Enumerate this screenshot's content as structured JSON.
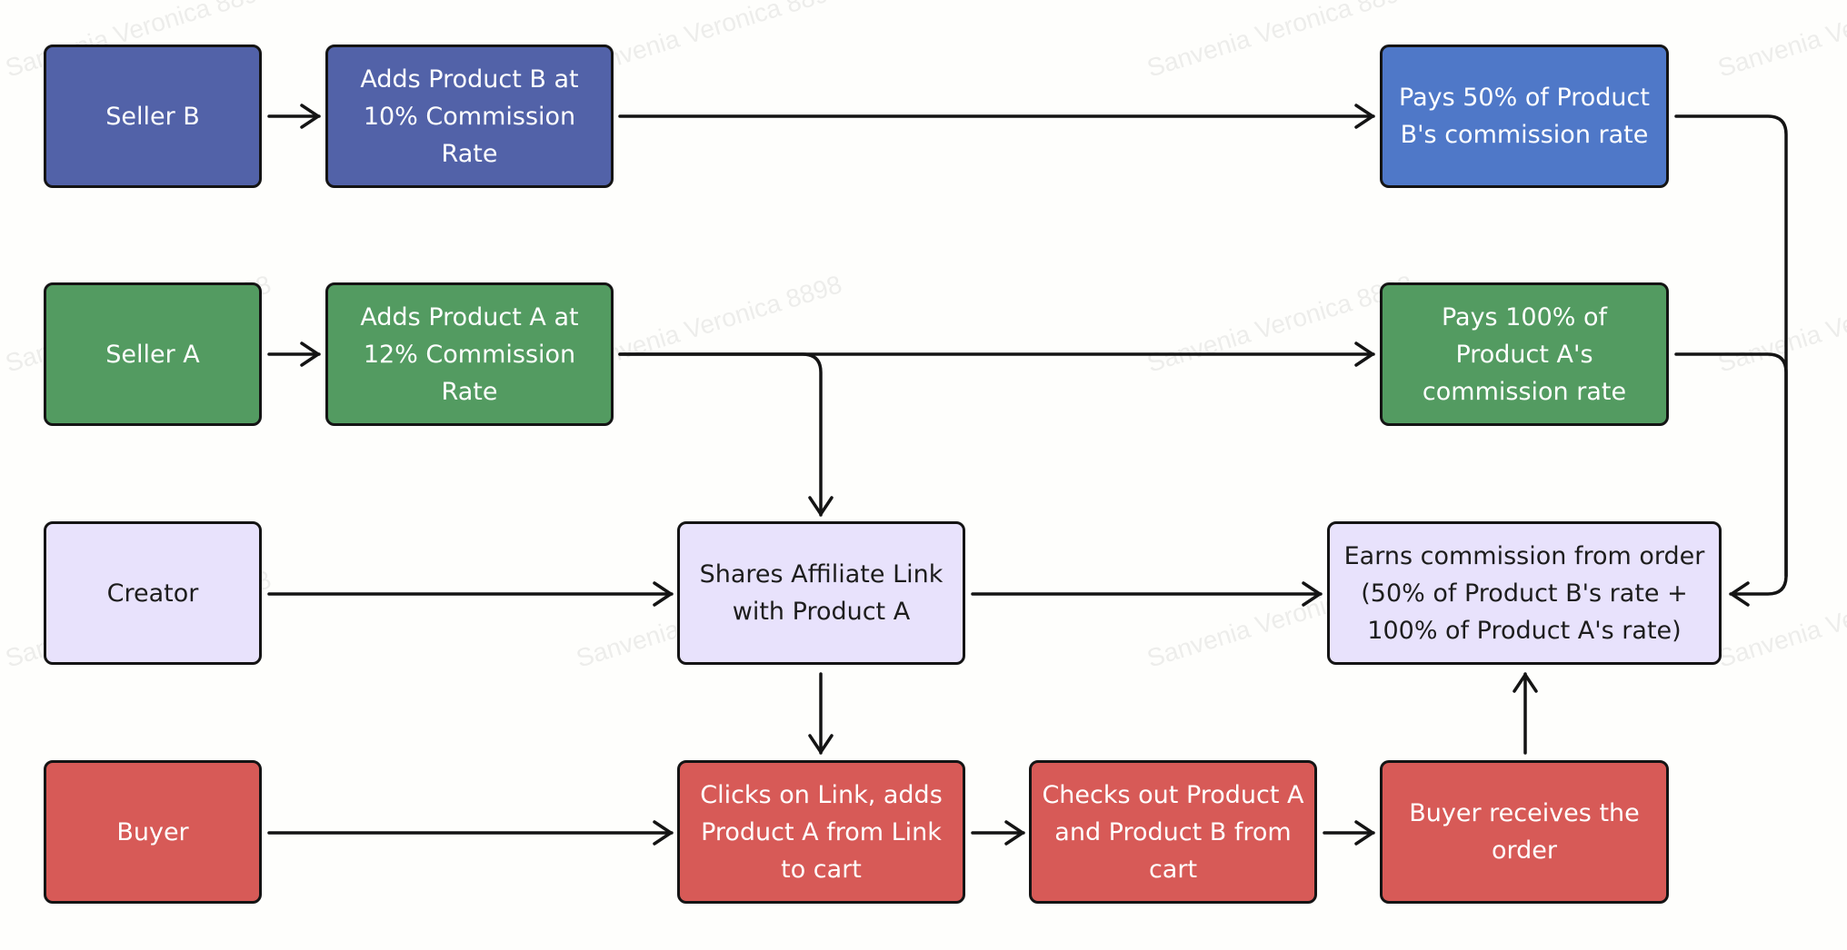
{
  "watermark": "Sanvenia Veronica\n8898",
  "colors": {
    "navy": "#5262a8",
    "blue": "#4f78c8",
    "green": "#539b61",
    "lavender": "#e8e2fc",
    "red": "#d75a57",
    "stroke": "#141414"
  },
  "nodes": {
    "seller_b": "Seller B",
    "add_product_b": "Adds Product B at\n10% Commission Rate",
    "pays_b": "Pays 50% of Product\nB's commission rate",
    "seller_a": "Seller A",
    "add_product_a": "Adds Product A at\n12% Commission Rate",
    "pays_a": "Pays 100% of\nProduct A's\ncommission rate",
    "creator": "Creator",
    "shares_link": "Shares Affiliate Link\nwith Product A",
    "earns_commission": "Earns commission from order\n(50% of Product B's rate +\n100% of Product A's rate)",
    "buyer": "Buyer",
    "clicks_link": "Clicks on Link, adds\nProduct A from Link\nto cart",
    "checks_out": "Checks out Product A\nand Product B from\ncart",
    "receives_order": "Buyer receives the\norder"
  },
  "edges": [
    {
      "from": "seller_b",
      "to": "add_product_b"
    },
    {
      "from": "add_product_b",
      "to": "pays_b"
    },
    {
      "from": "pays_b",
      "to": "earns_commission"
    },
    {
      "from": "seller_a",
      "to": "add_product_a"
    },
    {
      "from": "add_product_a",
      "to": "pays_a"
    },
    {
      "from": "add_product_a",
      "to": "shares_link"
    },
    {
      "from": "pays_a",
      "to": "earns_commission"
    },
    {
      "from": "creator",
      "to": "shares_link"
    },
    {
      "from": "shares_link",
      "to": "earns_commission"
    },
    {
      "from": "shares_link",
      "to": "clicks_link"
    },
    {
      "from": "buyer",
      "to": "clicks_link"
    },
    {
      "from": "clicks_link",
      "to": "checks_out"
    },
    {
      "from": "checks_out",
      "to": "receives_order"
    },
    {
      "from": "receives_order",
      "to": "earns_commission"
    }
  ]
}
